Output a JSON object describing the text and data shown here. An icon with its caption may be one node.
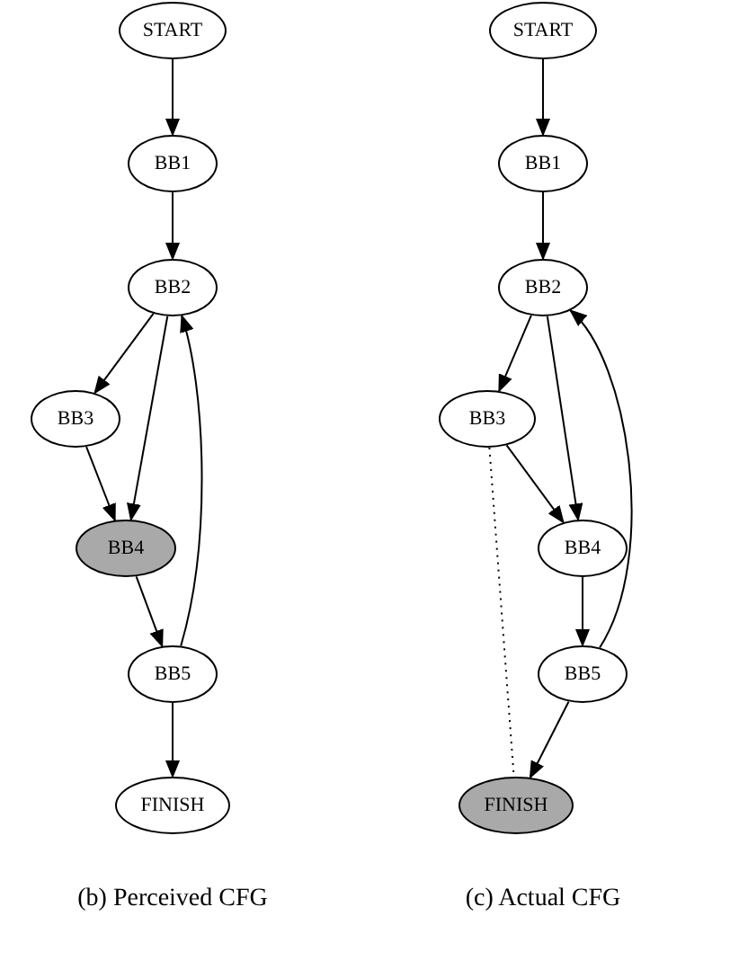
{
  "diagram": {
    "nodes": [
      {
        "text": [
          "START"
        ]
      },
      {
        "text": [
          "BB1"
        ]
      },
      {
        "text": [
          "BB2"
        ]
      },
      {
        "text": [
          "BB3"
        ]
      },
      {
        "text": [
          "BB4"
        ]
      },
      {
        "text": [
          "BB5"
        ]
      },
      {
        "text": [
          "FINISH"
        ]
      },
      {
        "text": [
          "START"
        ]
      },
      {
        "text": [
          "BB1"
        ]
      },
      {
        "text": [
          "BB2"
        ]
      },
      {
        "text": [
          "BB3"
        ]
      },
      {
        "text": [
          "BB4"
        ]
      },
      {
        "text": [
          "BB5"
        ]
      },
      {
        "text": [
          "FINISH"
        ]
      }
    ],
    "edges": [
      {
        "from": 0,
        "to": 1,
        "arrow": "to"
      },
      {
        "from": 1,
        "to": 2,
        "arrow": "to"
      },
      {
        "from": 2,
        "to": 3,
        "arrow": "to"
      },
      {
        "from": 2,
        "to": 4,
        "arrow": "to"
      },
      {
        "from": 3,
        "to": 4,
        "arrow": "to"
      },
      {
        "from": 4,
        "to": 5,
        "arrow": "to"
      },
      {
        "from": 5,
        "to": 2,
        "arrow": "to"
      },
      {
        "from": 5,
        "to": 6,
        "arrow": "to"
      },
      {
        "from": 7,
        "to": 8,
        "arrow": "to"
      },
      {
        "from": 8,
        "to": 9,
        "arrow": "to"
      },
      {
        "from": 9,
        "to": 10,
        "arrow": "to"
      },
      {
        "from": 9,
        "to": 11,
        "arrow": "to"
      },
      {
        "from": 10,
        "to": 11,
        "arrow": "to"
      },
      {
        "from": 10,
        "to": 13,
        "arrow": "none",
        "style": "dashed"
      },
      {
        "from": 11,
        "to": 12,
        "arrow": "to"
      },
      {
        "from": 12,
        "to": 9,
        "arrow": "to"
      },
      {
        "from": 12,
        "to": 13,
        "arrow": "to"
      }
    ],
    "labels": [
      "(b) Perceived CFG",
      "(c) Actual CFG"
    ]
  }
}
